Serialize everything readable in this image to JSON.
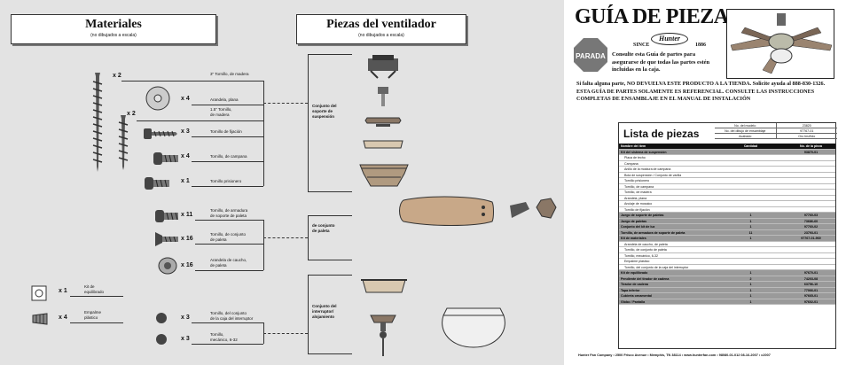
{
  "left": {
    "materials": {
      "title": "Materiales",
      "subtitle": "(no dibujados a escala)"
    },
    "fan_parts": {
      "title": "Piezas del ventilador",
      "subtitle": "(no dibujados a escala)"
    },
    "hardware": [
      {
        "qty": "x 2",
        "label": "3\" Tornillo, de madera"
      },
      {
        "qty": "x 4",
        "label": "Arandela, plana"
      },
      {
        "qty": "x 2",
        "label": "1.5\" Tornillo,\nde madera"
      },
      {
        "qty": "x 3",
        "label": "Tornillo de fijación"
      },
      {
        "qty": "x 4",
        "label": "Tornillo, de campana"
      },
      {
        "qty": "x 1",
        "label": "Tornillo prisionero"
      },
      {
        "qty": "x 11",
        "label": "Tornillo, de armadura\nde soporte de paleta"
      },
      {
        "qty": "x 16",
        "label": "Tornillo, de conjunto\nde paleta"
      },
      {
        "qty": "x 16",
        "label": "Arandela de caucho,\nde paleta"
      },
      {
        "qty": "x 3",
        "label": "Tornillo, del conjunto\nde la caja del interruptor"
      },
      {
        "qty": "x 3",
        "label": "Tornillo,\nmecánico, 6-32"
      },
      {
        "qty": "x 1",
        "label": "Kit de\nequilibrado"
      },
      {
        "qty": "x 4",
        "label": "Empalme\nplástico"
      }
    ],
    "groups": [
      {
        "label": "Conjunto del\nsoporte de\nsuspensión"
      },
      {
        "label": "de conjunto\nde paleta"
      },
      {
        "label": "Conjunto del\ninterruptor/\nalojamiento"
      }
    ]
  },
  "right": {
    "title": "GUÍA DE PIEZAS",
    "stop_sign": "PARADA",
    "brand": "Hunter",
    "since": "SINCE",
    "year": "1886",
    "consult": "Consulte esta Guía de partes para asegurarse de que todas las partes estén incluidas en la caja.",
    "notice": "Si falta alguna parte, NO DEVUELVA ESTE PRODUCTO A LA TIENDA. Solicite ayuda al 888-830-1326. ESTA GUÍA DE PARTES SOLAMENTE ES REFERENCIAL. CONSULTE LAS INSTRUCCIONES COMPLETAS DE ENSAMBLAJE EN EL MANUAL DE INSTALACIÓN",
    "parts_list": {
      "title": "Lista de piezas",
      "meta": [
        [
          "No. del modelo",
          "23820"
        ],
        [
          "No. del dibujo de ensamblaje",
          "97767-01"
        ],
        [
          "Acabado",
          "Oro bruñido"
        ]
      ],
      "header": [
        "Nombre del item",
        "Cantidad",
        "No. de la pieza"
      ],
      "rows": [
        {
          "t": "g",
          "c": [
            "Kit del sistema de suspensión",
            "",
            "93870-01"
          ]
        },
        {
          "t": "sub",
          "c": [
            "Placa de techo",
            "",
            ""
          ]
        },
        {
          "t": "sub",
          "c": [
            "Campana",
            "",
            ""
          ]
        },
        {
          "t": "sub",
          "c": [
            "Anillo de la moldura de campana",
            "",
            ""
          ]
        },
        {
          "t": "sub",
          "c": [
            "Bola de suspensión / Conjunto de varilla",
            "",
            ""
          ]
        },
        {
          "t": "sub",
          "c": [
            "Tornillo prisionero",
            "",
            ""
          ]
        },
        {
          "t": "sub",
          "c": [
            "Tornillo, de campana",
            "",
            ""
          ]
        },
        {
          "t": "sub",
          "c": [
            "Tornillo, de madera",
            "",
            ""
          ]
        },
        {
          "t": "sub",
          "c": [
            "Arandela, plana",
            "",
            ""
          ]
        },
        {
          "t": "sub",
          "c": [
            "Anclaje de mosaico",
            "",
            ""
          ]
        },
        {
          "t": "sub",
          "c": [
            "Tornillo de fijación",
            "",
            ""
          ]
        },
        {
          "t": "g",
          "c": [
            "Juego de soporte de paletas",
            "1",
            "97760-03"
          ]
        },
        {
          "t": "g",
          "c": [
            "Juego de paletas",
            "1",
            "73686-60"
          ]
        },
        {
          "t": "g",
          "c": [
            "Conjunto del kit de luz",
            "1",
            "97760-02"
          ]
        },
        {
          "t": "g",
          "c": [
            "Tornillo, de armadura de soporte de paleta",
            "11",
            "23793-01"
          ]
        },
        {
          "t": "g",
          "c": [
            "Kit de materiales",
            "1",
            "97767-01-969"
          ]
        },
        {
          "t": "sub",
          "c": [
            "Arandela de caucho, de paleta",
            "",
            ""
          ]
        },
        {
          "t": "sub",
          "c": [
            "Tornillo, de conjunto de paleta",
            "",
            ""
          ]
        },
        {
          "t": "sub",
          "c": [
            "Tornillo, mecánico, 6-32",
            "",
            ""
          ]
        },
        {
          "t": "sub",
          "c": [
            "Empalme plástico",
            "",
            ""
          ]
        },
        {
          "t": "sub",
          "c": [
            "Tornillo, del conjunto de la caja del interruptor",
            "",
            ""
          ]
        },
        {
          "t": "g",
          "c": [
            "Kit de equilibrado",
            "1",
            "97670-01"
          ]
        },
        {
          "t": "g",
          "c": [
            "Pendiente del tirador de cadena",
            "2",
            "74203-08"
          ]
        },
        {
          "t": "g",
          "c": [
            "Tirador de cadena",
            "1",
            "63756-10"
          ]
        },
        {
          "t": "g",
          "c": [
            "Tapa inferior",
            "1",
            "77066-01"
          ]
        },
        {
          "t": "g",
          "c": [
            "Cubierta ornamental",
            "1",
            "97665-01"
          ]
        },
        {
          "t": "g",
          "c": [
            "Globo / Pantalla",
            "1",
            "97602-01"
          ]
        }
      ]
    },
    "footer": "Hunter Fan Company  •  2500 Frisco Avenue  •  Memphis, TN 38114  •  www.hunterfan.com  •  98080-01-012  08-16-2007  •  c2007"
  }
}
